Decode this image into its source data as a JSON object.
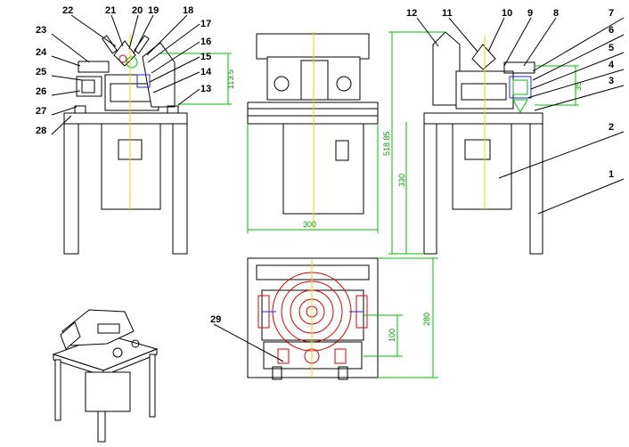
{
  "callouts": {
    "front_left": [
      "22",
      "21",
      "20",
      "19",
      "18",
      "17",
      "16",
      "15",
      "14",
      "13",
      "23",
      "24",
      "25",
      "26",
      "27",
      "28"
    ],
    "right_view": [
      "12",
      "11",
      "10",
      "9",
      "8",
      "7",
      "6",
      "5",
      "4",
      "3",
      "2",
      "1"
    ],
    "plan": [
      "29"
    ]
  },
  "dimensions": {
    "left_height": "113.5",
    "right_height_small": "35",
    "overall_height": "518.85",
    "lower_height": "330",
    "width": "300",
    "plan_depth": "280",
    "plan_inner": "100"
  },
  "colors": {
    "outline": "#000000",
    "dimension": "#00c000",
    "centerline": "#e0d800",
    "hidden": "#e00000",
    "hydraulic": "#2020ff"
  }
}
